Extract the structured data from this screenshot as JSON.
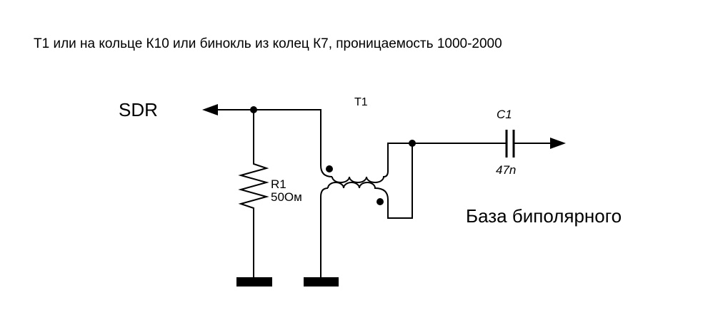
{
  "title": "Т1 или на кольце К10 или бинокль из колец К7, проницаемость 1000-2000",
  "labels": {
    "sdr": "SDR",
    "transformer_ref": "T1",
    "resistor_ref": "R1",
    "resistor_value": "50Ом",
    "capacitor_ref": "C1",
    "capacitor_value": "47n",
    "output": "База биполярного"
  },
  "components": [
    {
      "ref": "R1",
      "type": "resistor",
      "value": "50Ом"
    },
    {
      "ref": "T1",
      "type": "transformer"
    },
    {
      "ref": "C1",
      "type": "capacitor",
      "value": "47n"
    }
  ],
  "colors": {
    "line": "#000000",
    "background": "#ffffff"
  }
}
